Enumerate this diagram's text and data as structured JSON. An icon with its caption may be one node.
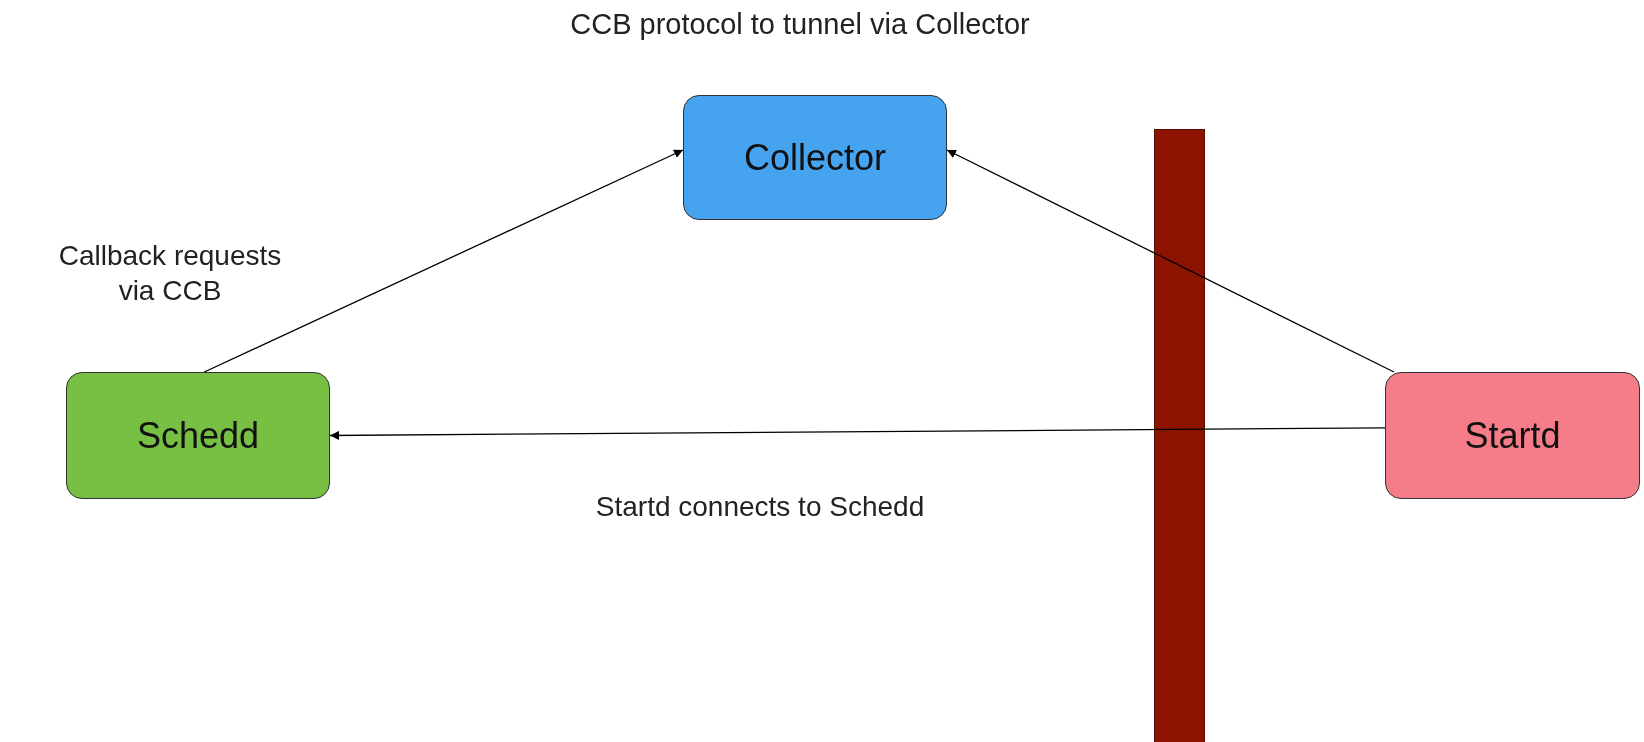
{
  "diagram": {
    "title": "CCB protocol to tunnel via Collector",
    "nodes": [
      {
        "text": [
          "Collector"
        ]
      },
      {
        "text": [
          "Schedd"
        ]
      },
      {
        "text": [
          "Startd"
        ]
      }
    ],
    "edges": [
      {
        "from": 1,
        "to": 0,
        "arrow": "to",
        "label": "Callback requests via CCB"
      },
      {
        "from": 2,
        "to": 0,
        "arrow": "to"
      },
      {
        "from": 2,
        "to": 1,
        "arrow": "to",
        "label": "Startd connects to Schedd"
      }
    ]
  }
}
